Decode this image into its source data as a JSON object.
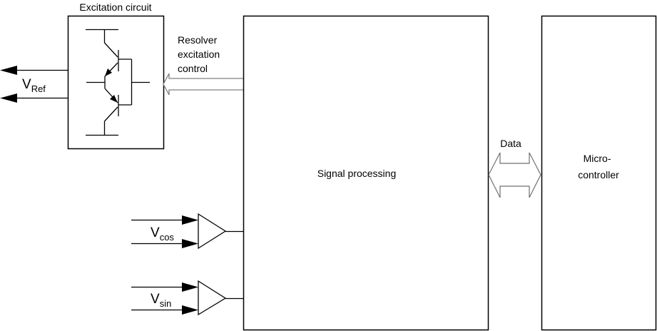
{
  "diagram": {
    "excitation_circuit": {
      "title": "Excitation circuit",
      "output_label_main": "V",
      "output_label_sub": "Ref"
    },
    "resolver_control": {
      "line1": "Resolver",
      "line2": "excitation",
      "line3": "control"
    },
    "signal_processing": {
      "label": "Signal processing"
    },
    "data_link": {
      "label": "Data"
    },
    "microcontroller": {
      "line1": "Micro-",
      "line2": "controller"
    },
    "inputs": [
      {
        "main": "V",
        "sub": "cos"
      },
      {
        "main": "V",
        "sub": "sin"
      }
    ],
    "colors": {
      "stroke": "#000000",
      "hollow_arrow_stroke": "#808080",
      "background": "#ffffff"
    }
  }
}
